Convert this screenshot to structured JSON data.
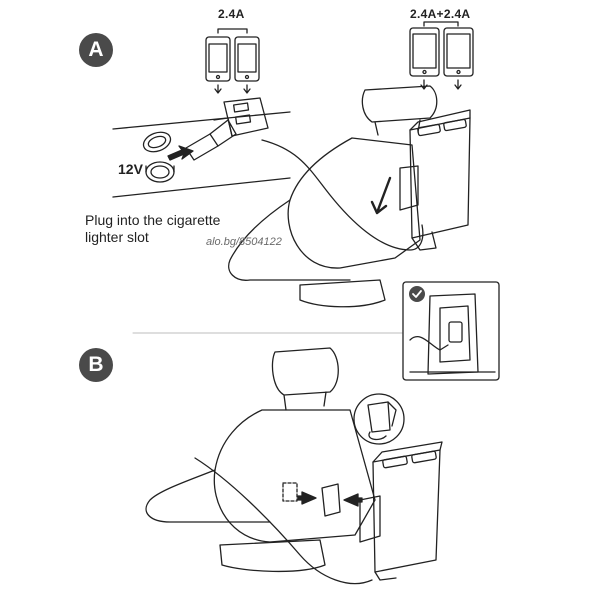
{
  "steps": {
    "a": {
      "badge": "A"
    },
    "b": {
      "badge": "B"
    }
  },
  "labels": {
    "charger_output": "2.4A",
    "hub_output": "2.4A+2.4A",
    "voltage": "12V",
    "instruction": "Plug into the cigarette lighter slot",
    "watermark": "alo.bg/8504122"
  },
  "colors": {
    "line": "#222222",
    "badge": "#4a4a4a",
    "divider": "#bdbdbd"
  },
  "icons": [
    "phone-icon",
    "tablet-icon",
    "checkmark-icon",
    "down-arrow-icon"
  ]
}
